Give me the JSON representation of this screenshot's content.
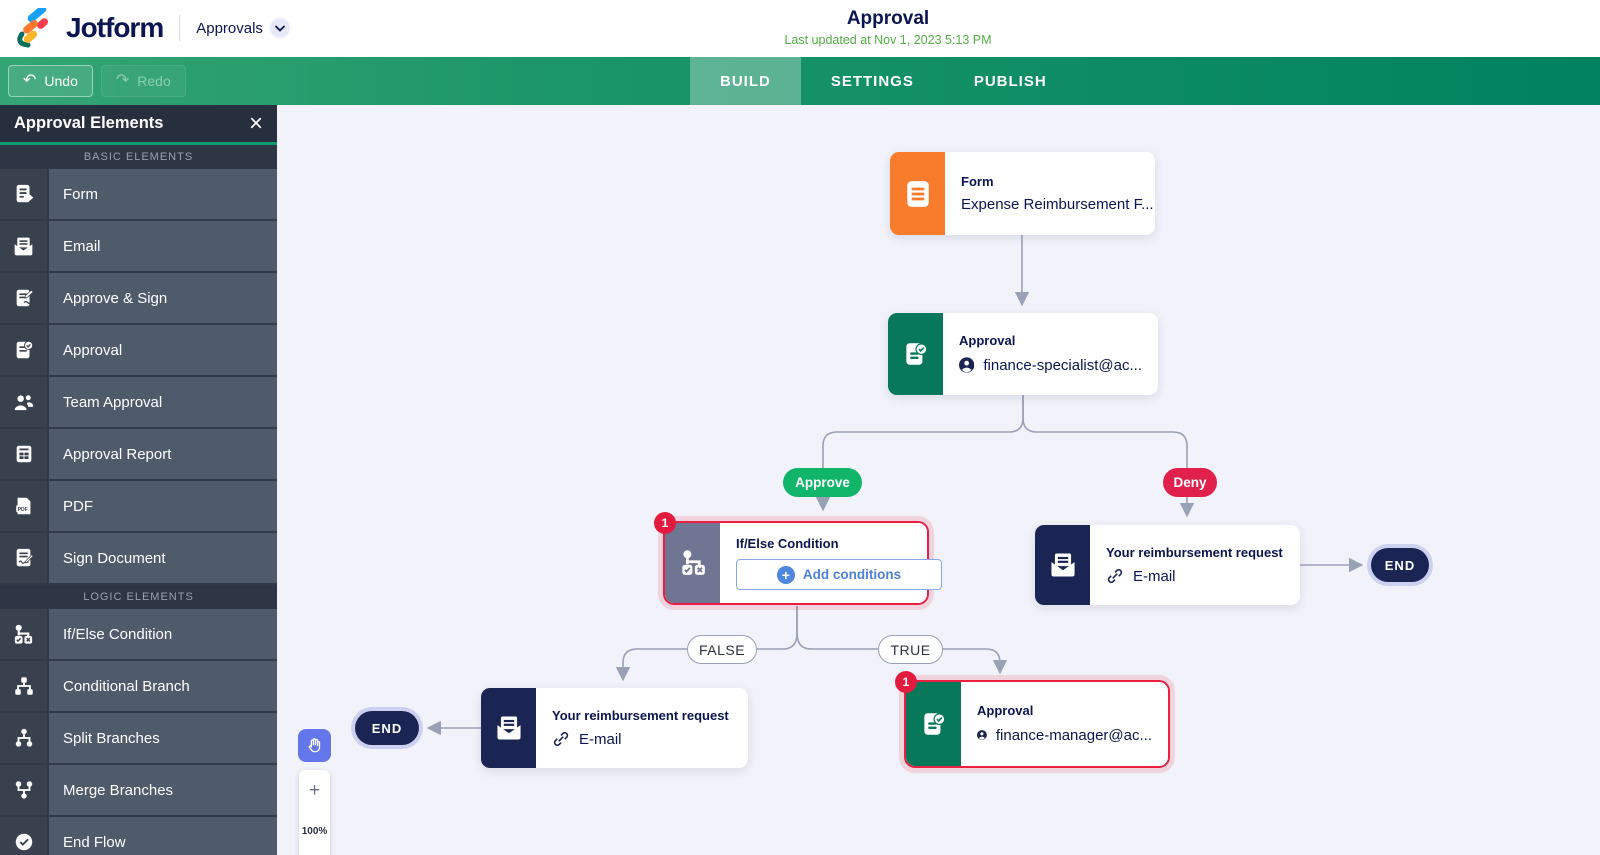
{
  "header": {
    "logo_text": "Jotform",
    "product": "Approvals",
    "title": "Approval",
    "last_updated": "Last updated at Nov 1, 2023 5:13 PM"
  },
  "toolbar": {
    "undo_label": "Undo",
    "redo_label": "Redo",
    "tabs": [
      {
        "label": "BUILD",
        "active": true
      },
      {
        "label": "SETTINGS",
        "active": false
      },
      {
        "label": "PUBLISH",
        "active": false
      }
    ]
  },
  "sidebar": {
    "title": "Approval Elements",
    "close_glyph": "×",
    "sections": [
      {
        "label": "BASIC ELEMENTS",
        "items": [
          {
            "label": "Form",
            "icon": "form-icon"
          },
          {
            "label": "Email",
            "icon": "email-icon"
          },
          {
            "label": "Approve & Sign",
            "icon": "approve-sign-icon"
          },
          {
            "label": "Approval",
            "icon": "approval-icon"
          },
          {
            "label": "Team Approval",
            "icon": "team-approval-icon"
          },
          {
            "label": "Approval Report",
            "icon": "approval-report-icon"
          },
          {
            "label": "PDF",
            "icon": "pdf-icon"
          },
          {
            "label": "Sign Document",
            "icon": "sign-document-icon"
          }
        ]
      },
      {
        "label": "LOGIC ELEMENTS",
        "items": [
          {
            "label": "If/Else Condition",
            "icon": "if-else-icon"
          },
          {
            "label": "Conditional Branch",
            "icon": "conditional-branch-icon"
          },
          {
            "label": "Split Branches",
            "icon": "split-branches-icon"
          },
          {
            "label": "Merge Branches",
            "icon": "merge-branches-icon"
          },
          {
            "label": "End Flow",
            "icon": "end-flow-icon"
          }
        ]
      }
    ]
  },
  "flow": {
    "nodes": {
      "form": {
        "title": "Form",
        "subtitle": "Expense Reimbursement F..."
      },
      "approval_specialist": {
        "title": "Approval",
        "assignee": "finance-specialist@ac..."
      },
      "if_else": {
        "title": "If/Else Condition",
        "button_label": "Add conditions",
        "badge": "1"
      },
      "email_deny": {
        "title": "Your reimbursement request",
        "channel": "E-mail"
      },
      "email_false": {
        "title": "Your reimbursement request",
        "channel": "E-mail"
      },
      "approval_manager": {
        "title": "Approval",
        "assignee": "finance-manager@ac...",
        "badge": "1"
      }
    },
    "branch_labels": {
      "approve": "Approve",
      "deny": "Deny",
      "true_label": "TRUE",
      "false_label": "FALSE"
    },
    "end_label": "END"
  },
  "canvas_controls": {
    "zoom_in": "+",
    "zoom_level": "100%"
  },
  "colors": {
    "navy": "#0a1551",
    "node_navy": "#1a2553",
    "form_orange": "#f97b2c",
    "approval_green": "#07795a",
    "ifelse_slate": "#6f7593",
    "selection_red": "#ea1f41",
    "approve_pill": "#10b56a",
    "deny_pill": "#e2204c",
    "updated_green": "#54b045",
    "connector_gray": "#9aa0b6",
    "canvas_bg": "#f2f2fa",
    "toolbar_green": "#00825f"
  }
}
